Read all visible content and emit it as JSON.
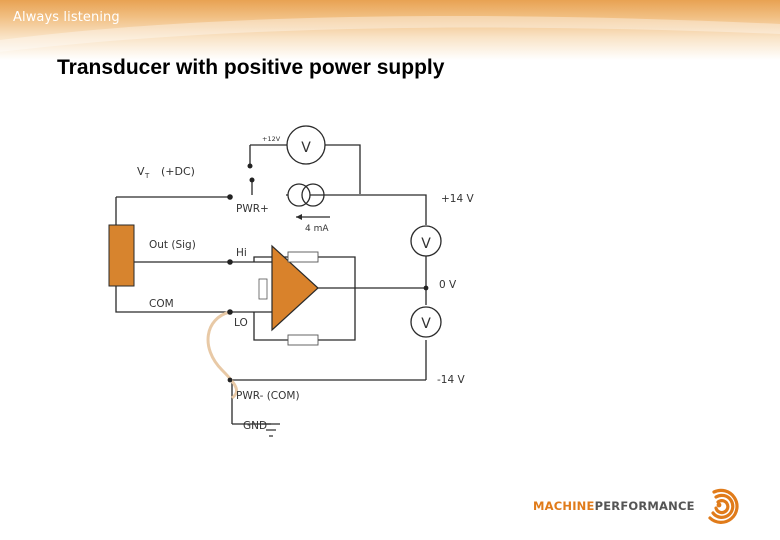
{
  "header": {
    "tagline": "Always listening"
  },
  "slide": {
    "title": "Transducer with positive power supply"
  },
  "diagram": {
    "labels": {
      "supply_12v": "+12V",
      "meter_top": "V",
      "vt_symbol": "V",
      "vt_sub": "T",
      "vt_dc": "(+DC)",
      "pwr_plus": "PWR+",
      "plus_14v": "+14 V",
      "current": "4 mA",
      "out_sig": "Out  (Sig)",
      "hi": "Hi",
      "meter_hi": "V",
      "zero_v": "0 V",
      "com": "COM",
      "lo": "LO",
      "meter_lo": "V",
      "minus_14v": "-14 V",
      "pwr_minus": "PWR- (COM)",
      "gnd": "GND"
    }
  },
  "brand": {
    "part1": "MACHINE",
    "part2": "PERFORMANCE"
  },
  "colors": {
    "accent": "#e07b1a",
    "transducer": "#d7842e",
    "amplifier": "#d9822b",
    "wire": "#2a2a2a",
    "cable": "#e8c9a6"
  }
}
